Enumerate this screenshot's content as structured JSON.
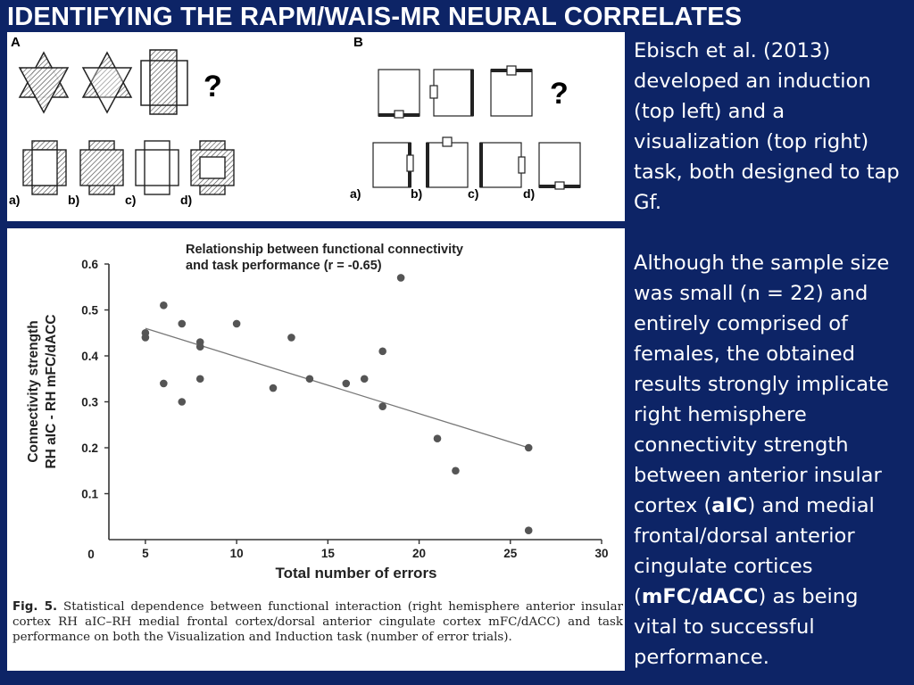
{
  "slide": {
    "title": "IDENTIFYING THE RAPM/WAIS-MR NEURAL CORRELATES"
  },
  "puzzles": {
    "panel_a_label": "A",
    "panel_b_label": "B",
    "question_mark": "?",
    "options": [
      "a)",
      "b)",
      "c)",
      "d)"
    ]
  },
  "chart_data": {
    "type": "scatter",
    "title_line1": "Relationship between functional connectivity",
    "title_line2": "and task performance (r = -0.65)",
    "xlabel": "Total number of errors",
    "ylabel_line1": "Connectivity strength",
    "ylabel_line2": "RH aIC - RH mFC/dACC",
    "xlim": [
      3,
      30
    ],
    "ylim": [
      0,
      0.6
    ],
    "x_ticks": [
      5,
      10,
      15,
      20,
      25,
      30
    ],
    "y_ticks": [
      0.1,
      0.2,
      0.3,
      0.4,
      0.5,
      0.6
    ],
    "origin_label": "0",
    "points": [
      {
        "x": 5,
        "y": 0.45
      },
      {
        "x": 5,
        "y": 0.44
      },
      {
        "x": 6,
        "y": 0.51
      },
      {
        "x": 6,
        "y": 0.34
      },
      {
        "x": 7,
        "y": 0.47
      },
      {
        "x": 7,
        "y": 0.3
      },
      {
        "x": 8,
        "y": 0.43
      },
      {
        "x": 8,
        "y": 0.42
      },
      {
        "x": 8,
        "y": 0.35
      },
      {
        "x": 10,
        "y": 0.47
      },
      {
        "x": 12,
        "y": 0.33
      },
      {
        "x": 13,
        "y": 0.44
      },
      {
        "x": 14,
        "y": 0.35
      },
      {
        "x": 16,
        "y": 0.34
      },
      {
        "x": 17,
        "y": 0.35
      },
      {
        "x": 18,
        "y": 0.41
      },
      {
        "x": 18,
        "y": 0.29
      },
      {
        "x": 19,
        "y": 0.57
      },
      {
        "x": 21,
        "y": 0.22
      },
      {
        "x": 22,
        "y": 0.15
      },
      {
        "x": 26,
        "y": 0.2
      },
      {
        "x": 26,
        "y": 0.02
      }
    ],
    "fit_line": {
      "x1": 5,
      "y1": 0.46,
      "x2": 26,
      "y2": 0.2
    },
    "grid": false
  },
  "caption": {
    "label": "Fig. 5.",
    "text": "Statistical dependence between functional interaction (right hemisphere anterior insular cortex RH aIC–RH medial frontal cortex/dorsal anterior cingulate cortex mFC/dACC) and task performance on both the Visualization and Induction task (number of error trials)."
  },
  "side_text": {
    "para1": "Ebisch et al. (2013) developed an induction (top left) and a visualization (top right) task, both designed to tap Gf.",
    "para2_a": "Although the sample size was small (n = 22) and entirely comprised of females, the obtained results strongly implicate right hemisphere connectivity strength between anterior insular cortex (",
    "para2_b": "aIC",
    "para2_c": ") and medial frontal/dorsal anterior cingulate cortices (",
    "para2_d": "mFC/dACC",
    "para2_e": ") as being vital to successful performance."
  }
}
